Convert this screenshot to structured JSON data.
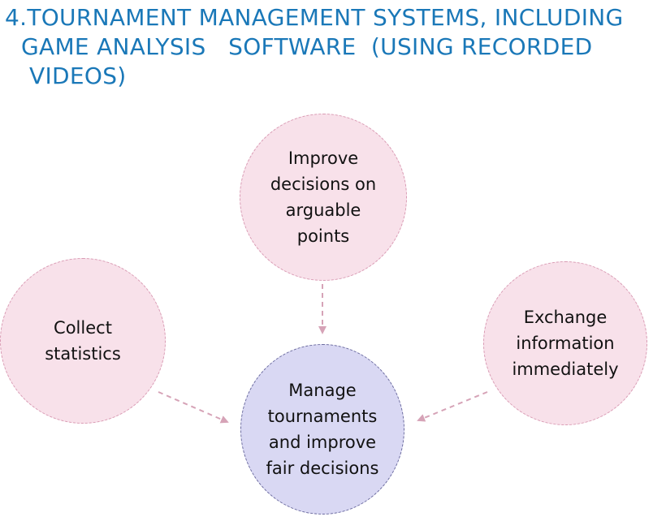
{
  "title": {
    "lines": [
      "4.TOURNAMENT MANAGEMENT SYSTEMS, INCLUDING",
      "GAME ANALYSIS   SOFTWARE  (USING RECORDED",
      "VIDEOS)"
    ]
  },
  "nodes": {
    "top": {
      "lines": [
        "Improve",
        "decisions on",
        "arguable",
        "points"
      ]
    },
    "left": {
      "lines": [
        "Collect",
        "statistics"
      ]
    },
    "right": {
      "lines": [
        "Exchange",
        "information",
        "immediately"
      ]
    },
    "center": {
      "lines": [
        "Manage",
        "tournaments",
        "and improve",
        "fair decisions"
      ]
    }
  },
  "colors": {
    "title": "#1a78b8",
    "outer_fill": "#f8e1ea",
    "outer_border": "#d99ab3",
    "center_fill": "#d9d8f3",
    "center_border": "#6a6a9e",
    "arrow": "#d6a3b7"
  }
}
